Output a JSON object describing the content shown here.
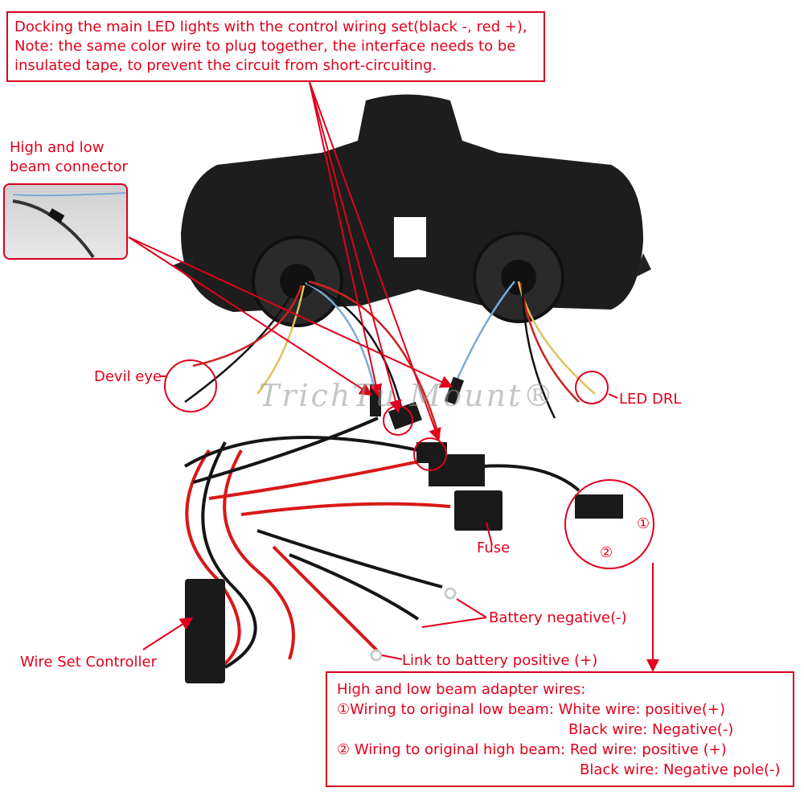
{
  "top_note": {
    "lines": [
      "Docking the main LED lights with the control wiring set(black -, red +),",
      "Note: the same color wire to plug together, the interface needs to be",
      "insulated tape, to prevent the circuit from short-circuiting."
    ]
  },
  "labels": {
    "high_low_connector": [
      "High and low",
      "beam connector"
    ],
    "devil_eye": "Devil eye",
    "led_drl": "LED DRL",
    "fuse": "Fuse",
    "battery_negative": "Battery negative(-)",
    "battery_positive": "Link to battery positive (+)",
    "wire_set_controller": "Wire Set Controller",
    "marker_1": "①",
    "marker_2": "②"
  },
  "adapter_note": {
    "title": "High and low beam adapter wires:",
    "low_beam": "①Wiring to original low beam: White wire: positive(+)",
    "low_beam_black": "Black wire: Negative(-)",
    "high_beam": "② Wiring to original high beam: Red wire: positive (+)",
    "high_beam_black": "Black wire: Negative pole(-)"
  },
  "watermark": "TrichTu Mount®",
  "colors": {
    "annotation": "#e0001b",
    "wire_red": "#d81818",
    "wire_black": "#151515"
  }
}
